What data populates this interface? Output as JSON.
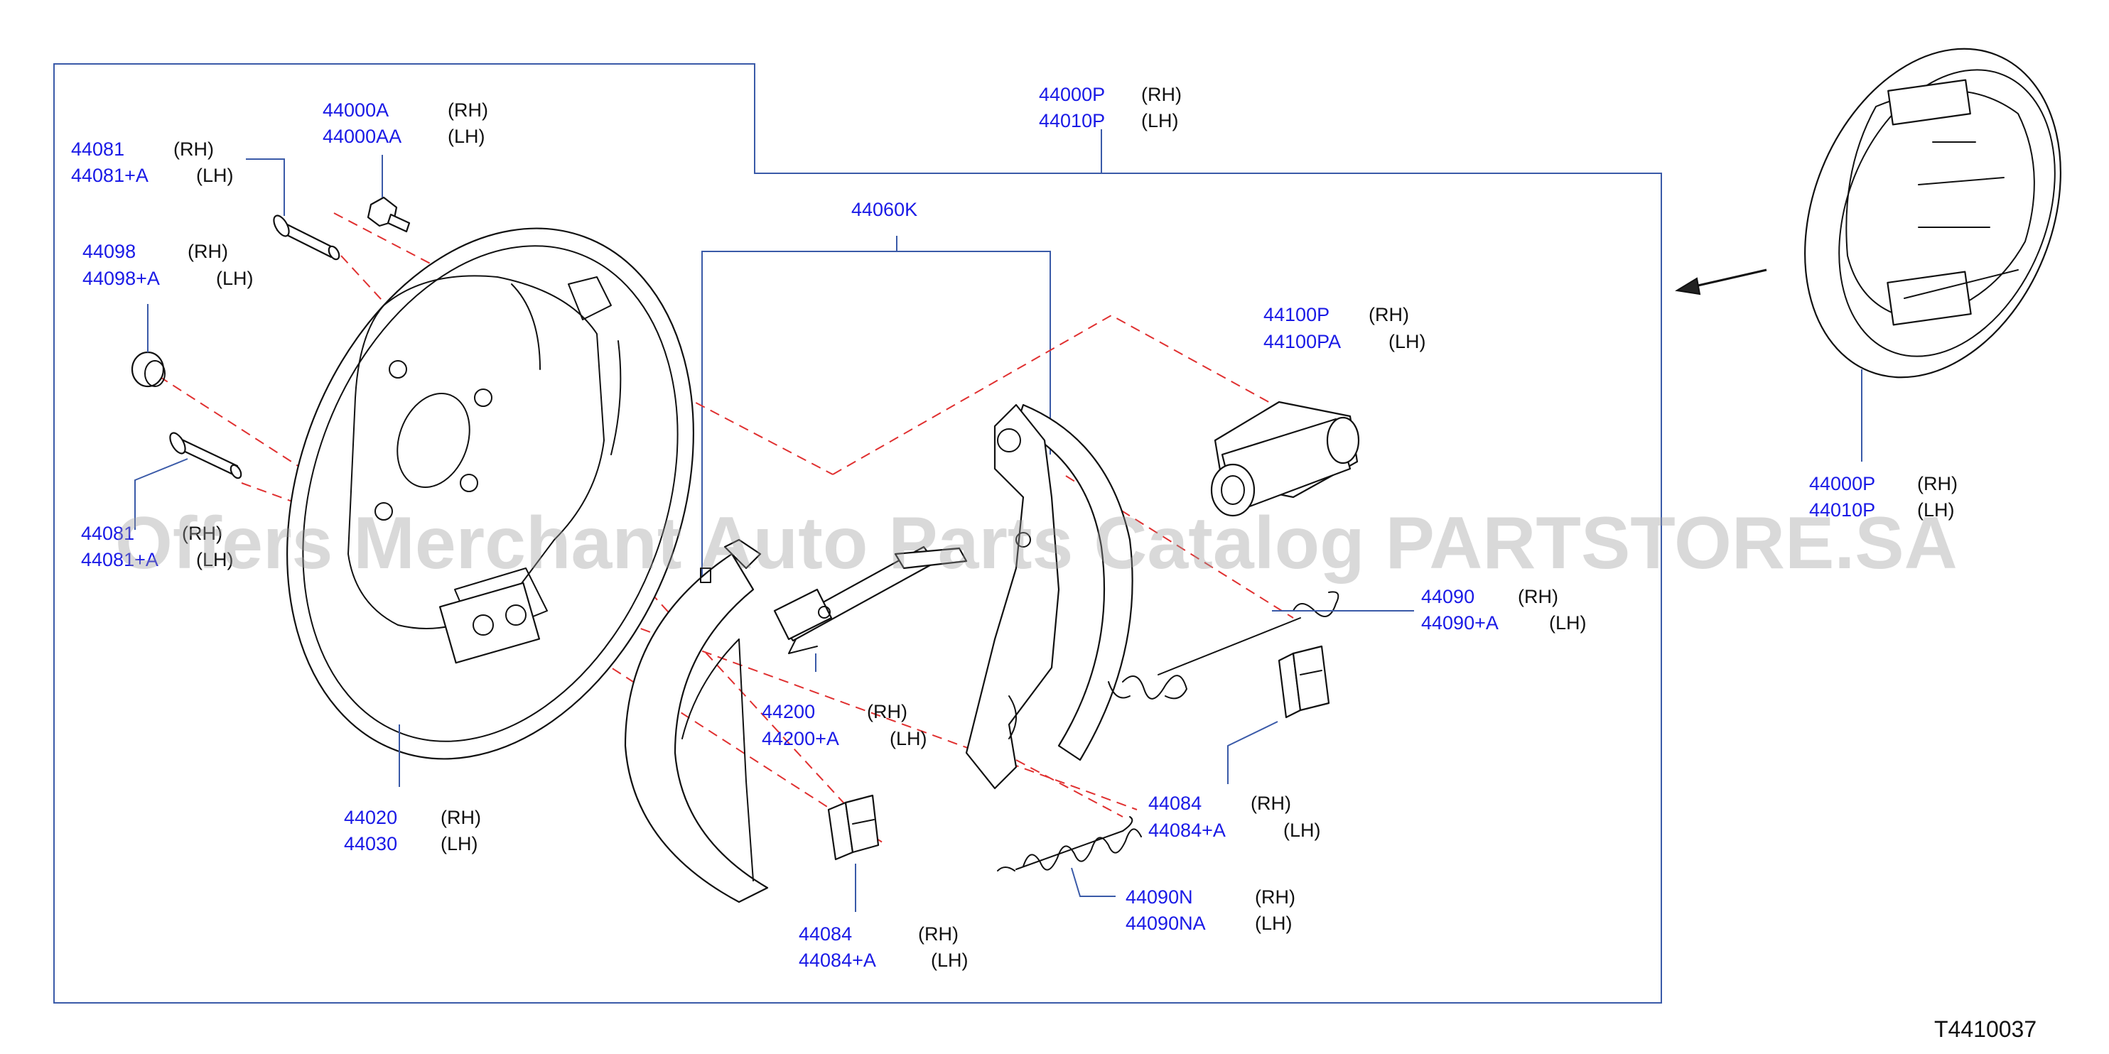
{
  "diagram": {
    "code": "T4410037",
    "watermark": "Offers Merchant Auto Parts Catalog PARTSTORE.SA",
    "callouts": {
      "c44081": {
        "pn1": "44081",
        "sd1": "(RH)",
        "pn2": "44081+A",
        "sd2": "(LH)"
      },
      "c44000A": {
        "pn1": "44000A",
        "sd1": "(RH)",
        "pn2": "44000AA",
        "sd2": "(LH)"
      },
      "c44000P_top": {
        "pn1": "44000P",
        "sd1": "(RH)",
        "pn2": "44010P",
        "sd2": "(LH)"
      },
      "c44098": {
        "pn1": "44098",
        "sd1": "(RH)",
        "pn2": "44098+A",
        "sd2": "(LH)"
      },
      "c44060K": {
        "pn1": "44060K"
      },
      "c44100P": {
        "pn1": "44100P",
        "sd1": "(RH)",
        "pn2": "44100PA",
        "sd2": "(LH)"
      },
      "c44000P_side": {
        "pn1": "44000P",
        "sd1": "(RH)",
        "pn2": "44010P",
        "sd2": "(LH)"
      },
      "c44081_lower": {
        "pn1": "44081",
        "sd1": "(RH)",
        "pn2": "44081+A",
        "sd2": "(LH)"
      },
      "c44090": {
        "pn1": "44090",
        "sd1": "(RH)",
        "pn2": "44090+A",
        "sd2": "(LH)"
      },
      "c44200": {
        "pn1": "44200",
        "sd1": "(RH)",
        "pn2": "44200+A",
        "sd2": "(LH)"
      },
      "c44084_right": {
        "pn1": "44084",
        "sd1": "(RH)",
        "pn2": "44084+A",
        "sd2": "(LH)"
      },
      "c44020": {
        "pn1": "44020",
        "sd1": "(RH)",
        "pn2": "44030",
        "sd2": "(LH)"
      },
      "c44090N": {
        "pn1": "44090N",
        "sd1": "(RH)",
        "pn2": "44090NA",
        "sd2": "(LH)"
      },
      "c44084_bottom": {
        "pn1": "44084",
        "sd1": "(RH)",
        "pn2": "44084+A",
        "sd2": "(LH)"
      }
    },
    "colors": {
      "part_number": "#1a1ae6",
      "leader": "#3a5aa8",
      "centerline": "#e03030"
    }
  }
}
